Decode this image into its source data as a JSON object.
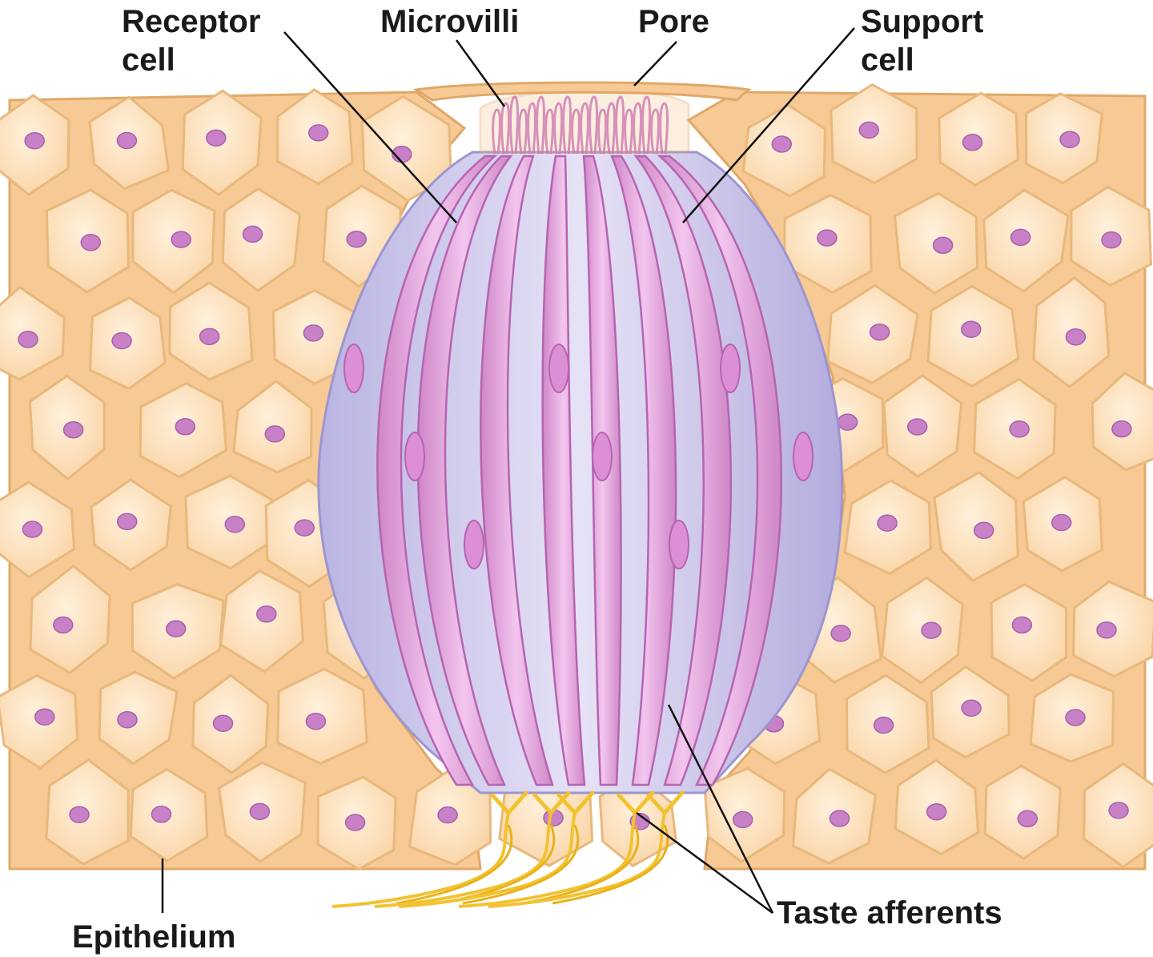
{
  "labels": {
    "receptor_cell": [
      "Receptor",
      "cell"
    ],
    "microvilli": "Microvilli",
    "pore": "Pore",
    "support_cell": [
      "Support",
      "cell"
    ],
    "epithelium": "Epithelium",
    "taste_afferents": "Taste afferents"
  },
  "colors": {
    "epithelial_cell_fill": "#fbdcb2",
    "epithelial_cell_outline": "#e8b87c",
    "nucleus": "#c880c6",
    "support_cell_fill": "#c9c5e8",
    "receptor_cell_fill": "#e3a2dc",
    "receptor_cell_outline": "#b664b0",
    "nerve_fiber": "#f2c230"
  }
}
